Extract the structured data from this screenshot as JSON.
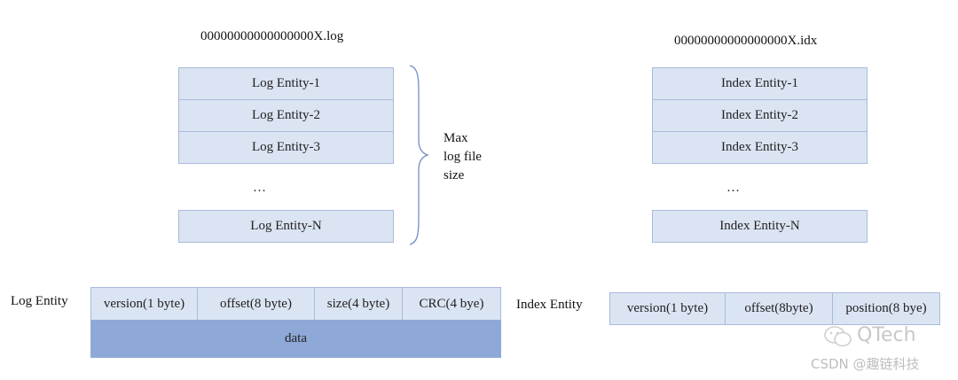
{
  "log_file": {
    "title": "00000000000000000X.log",
    "entities": [
      "Log Entity-1",
      "Log Entity-2",
      "Log Entity-3"
    ],
    "ellipsis": "…",
    "last_entity": "Log Entity-N"
  },
  "brace_label": {
    "line1": "Max",
    "line2": "log file",
    "line3": "size"
  },
  "index_file": {
    "title": "00000000000000000X.idx",
    "entities": [
      "Index Entity-1",
      "Index Entity-2",
      "Index Entity-3"
    ],
    "ellipsis": "…",
    "last_entity": "Index Entity-N"
  },
  "log_entity_struct": {
    "label": "Log Entity",
    "fields": [
      "version(1 byte)",
      "offset(8 byte)",
      "size(4 byte)",
      "CRC(4 bye)"
    ],
    "data_label": "data"
  },
  "index_entity_struct": {
    "label": "Index Entity",
    "fields": [
      "version(1 byte)",
      "offset(8byte)",
      "position(8 bye)"
    ]
  },
  "watermark": {
    "brand": "QTech",
    "source": "CSDN @趣链科技"
  },
  "colors": {
    "box_fill": "#dbe4f2",
    "box_border": "#a9badb",
    "data_fill": "#8ea9d8"
  }
}
